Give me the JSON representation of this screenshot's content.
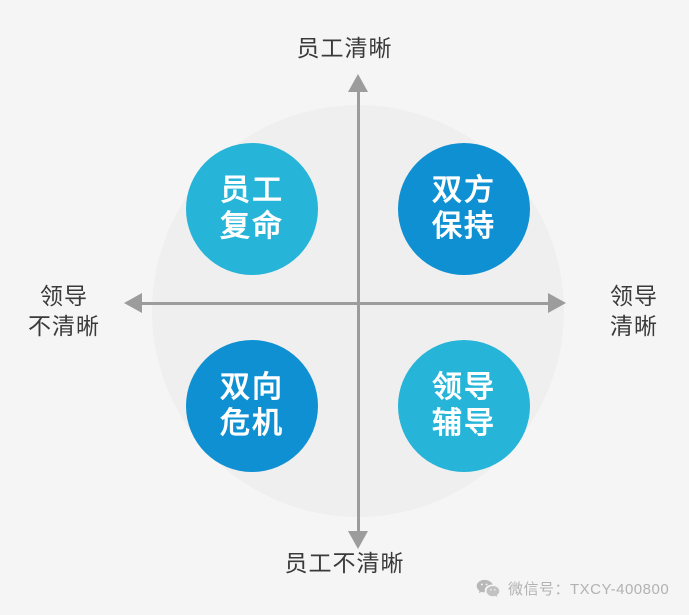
{
  "diagram": {
    "type": "2x2-matrix",
    "background_color": "#f5f5f5",
    "disc_color": "#efefef",
    "axis_color": "#9c9c9c",
    "axes": {
      "top_label": "员工清晰",
      "bottom_label": "员工不清晰",
      "left_label": "领导\n不清晰",
      "right_label": "领导\n清晰"
    },
    "quadrants": [
      {
        "position": "top-left",
        "line1": "员工",
        "line2": "复命",
        "color": "#26b4d8"
      },
      {
        "position": "top-right",
        "line1": "双方",
        "line2": "保持",
        "color": "#0e90d2"
      },
      {
        "position": "bottom-left",
        "line1": "双向",
        "line2": "危机",
        "color": "#0e90d2"
      },
      {
        "position": "bottom-right",
        "line1": "领导",
        "line2": "辅导",
        "color": "#26b4d8"
      }
    ]
  },
  "watermark": {
    "icon": "wechat-icon",
    "text": "微信号：TXCY-400800",
    "color": "#b2b2b2"
  }
}
